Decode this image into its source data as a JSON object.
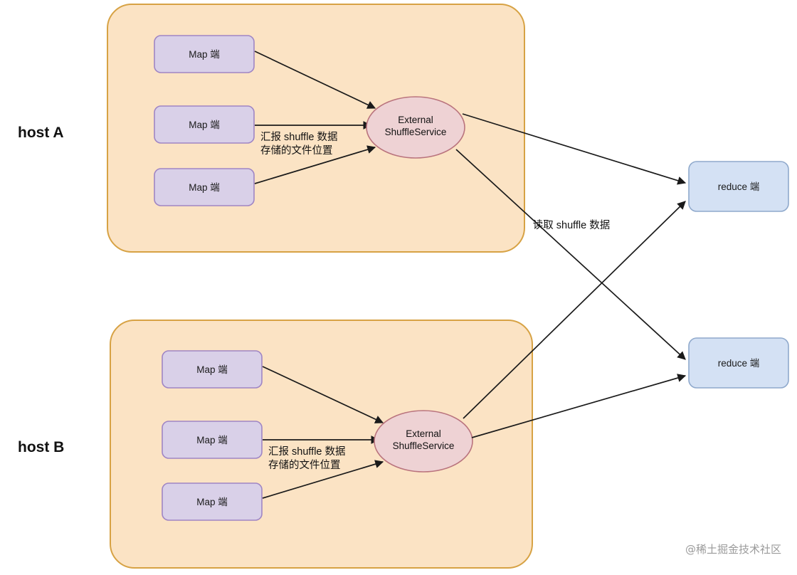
{
  "diagram": {
    "title_absent": true,
    "background_color": "#ffffff",
    "watermark": "@稀土掘金技术社区",
    "palette": {
      "host_fill": "#fbe3c4",
      "host_stroke": "#d7a244",
      "map_fill": "#d9d0e8",
      "map_stroke": "#9f85c4",
      "reduce_fill": "#d4e1f4",
      "reduce_stroke": "#8fa9cc",
      "ellipse_fill": "#eed2d4",
      "ellipse_stroke": "#b9737d",
      "edge_color": "#1a1a1a"
    },
    "hosts": [
      {
        "id": "host-a",
        "label": "host A",
        "map_nodes": [
          {
            "label": "Map 端"
          },
          {
            "label": "Map 端"
          },
          {
            "label": "Map 端"
          }
        ],
        "service": {
          "line1": "External",
          "line2": "ShuffleService"
        },
        "report_label": {
          "line1": "汇报 shuffle 数据",
          "line2": "存储的文件位置"
        }
      },
      {
        "id": "host-b",
        "label": "host B",
        "map_nodes": [
          {
            "label": "Map 端"
          },
          {
            "label": "Map 端"
          },
          {
            "label": "Map 端"
          }
        ],
        "service": {
          "line1": "External",
          "line2": "ShuffleService"
        },
        "report_label": {
          "line1": "汇报 shuffle 数据",
          "line2": "存储的文件位置"
        }
      }
    ],
    "reduce_nodes": [
      {
        "id": "reduce-top",
        "label": "reduce 端"
      },
      {
        "id": "reduce-bottom",
        "label": "reduce 端"
      }
    ],
    "read_label": "读取 shuffle 数据"
  }
}
